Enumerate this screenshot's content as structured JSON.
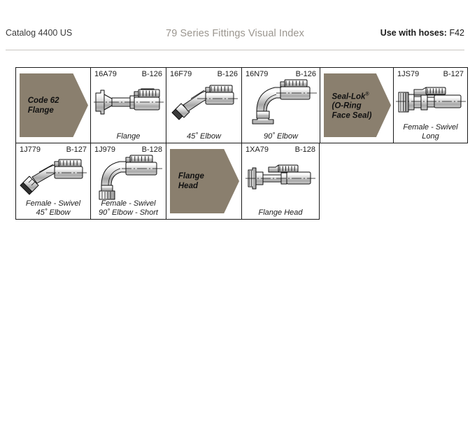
{
  "header": {
    "left": "Catalog 4400 US",
    "title": "79 Series Fittings Visual Index",
    "right_label": "Use with hoses:",
    "right_value": "F42"
  },
  "colors": {
    "banner": "#8a7f6e",
    "border": "#1a1a1a",
    "title": "#9b968f",
    "metal_light": "#e6e6e6",
    "metal_mid": "#b9b9b9",
    "metal_dark": "#8c8c8c"
  },
  "table": {
    "rows": [
      {
        "cells": [
          {
            "kind": "banner",
            "name": "banner-code-62-flange",
            "text": "Code 62\nFlange",
            "width": 107
          },
          {
            "kind": "fitting",
            "name": "fitting-16a79",
            "code": "16A79",
            "page": "B-126",
            "caption": "Flange",
            "art": "straight-flange",
            "width": 108
          },
          {
            "kind": "fitting",
            "name": "fitting-16f79",
            "code": "16F79",
            "page": "B-126",
            "caption": "45˚ Elbow",
            "art": "elbow45-flange",
            "width": 108
          },
          {
            "kind": "fitting",
            "name": "fitting-16n79",
            "code": "16N79",
            "page": "B-126",
            "caption": "90˚ Elbow",
            "art": "elbow90-flange",
            "width": 112
          },
          {
            "kind": "banner",
            "name": "banner-seal-lok",
            "text": "Seal-Lok®\n(O-Ring\nFace Seal)",
            "width": 105
          },
          {
            "kind": "fitting",
            "name": "fitting-1js79",
            "code": "1JS79",
            "page": "B-127",
            "caption": "Female - Swivel\nLong",
            "art": "straight-swivel",
            "width": 107
          }
        ]
      },
      {
        "cells": [
          {
            "kind": "fitting",
            "name": "fitting-1j779",
            "code": "1J779",
            "page": "B-127",
            "caption": "Female - Swivel\n45˚ Elbow",
            "art": "elbow45-swivel",
            "width": 107
          },
          {
            "kind": "fitting",
            "name": "fitting-1j979",
            "code": "1J979",
            "page": "B-128",
            "caption": "Female - Swivel\n90˚ Elbow - Short",
            "art": "elbow90-swivel",
            "width": 108
          },
          {
            "kind": "banner",
            "name": "banner-flange-head",
            "text": "Flange\nHead",
            "width": 108
          },
          {
            "kind": "fitting",
            "name": "fitting-1xa79",
            "code": "1XA79",
            "page": "B-128",
            "caption": "Flange Head",
            "art": "straight-flangehead",
            "width": 112
          },
          {
            "kind": "empty",
            "name": "empty-cell",
            "width": 105
          },
          {
            "kind": "empty",
            "name": "empty-cell",
            "width": 107
          }
        ]
      }
    ]
  }
}
